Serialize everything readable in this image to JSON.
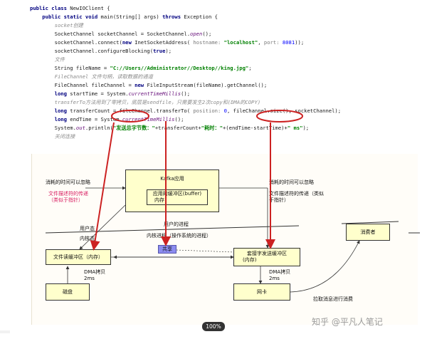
{
  "code": {
    "lines": [
      {
        "parts": [
          {
            "t": "public class ",
            "c": "kw"
          },
          {
            "t": "NewIOClient {",
            "c": ""
          }
        ]
      },
      {
        "parts": [
          {
            "t": "    public static void ",
            "c": "kw"
          },
          {
            "t": "main(String[] args) ",
            "c": ""
          },
          {
            "t": "throws ",
            "c": "kw"
          },
          {
            "t": "Exception {",
            "c": ""
          }
        ]
      },
      {
        "parts": [
          {
            "t": "        socket创建",
            "c": "cmt"
          }
        ]
      },
      {
        "parts": [
          {
            "t": "        SocketChannel socketChannel = SocketChannel.",
            "c": ""
          },
          {
            "t": "open",
            "c": "it"
          },
          {
            "t": "();",
            "c": ""
          }
        ]
      },
      {
        "parts": [
          {
            "t": "        socketChannel.connect(",
            "c": ""
          },
          {
            "t": "new ",
            "c": "kw"
          },
          {
            "t": "InetSocketAddress( ",
            "c": ""
          },
          {
            "t": "hostname: ",
            "c": "hint"
          },
          {
            "t": "\"localhost\"",
            "c": "str"
          },
          {
            "t": ", ",
            "c": ""
          },
          {
            "t": "port: ",
            "c": "hint"
          },
          {
            "t": "8081",
            "c": "num"
          },
          {
            "t": "));",
            "c": ""
          }
        ]
      },
      {
        "parts": [
          {
            "t": "        socketChannel.configureBlocking(",
            "c": ""
          },
          {
            "t": "true",
            "c": "kw"
          },
          {
            "t": ");",
            "c": ""
          }
        ]
      },
      {
        "parts": [
          {
            "t": "        文件",
            "c": "cmt"
          }
        ]
      },
      {
        "parts": [
          {
            "t": "        String fileName = ",
            "c": ""
          },
          {
            "t": "\"C://Users//Administrator//Desktop//king.jpg\"",
            "c": "str"
          },
          {
            "t": ";",
            "c": ""
          }
        ]
      },
      {
        "parts": [
          {
            "t": "        FileChannel 文件句柄，读取数据的通道",
            "c": "cmt"
          }
        ]
      },
      {
        "parts": [
          {
            "t": "        FileChannel fileChannel = ",
            "c": ""
          },
          {
            "t": "new ",
            "c": "kw"
          },
          {
            "t": "FileInputStream(fileName).getChannel();",
            "c": ""
          }
        ]
      },
      {
        "parts": [
          {
            "t": "        ",
            "c": ""
          },
          {
            "t": "long ",
            "c": "kw"
          },
          {
            "t": "startTime = System.",
            "c": ""
          },
          {
            "t": "currentTimeMillis",
            "c": "it"
          },
          {
            "t": "();",
            "c": ""
          }
        ]
      },
      {
        "parts": [
          {
            "t": "        transferTo方法用到了零拷贝，底层是sendfile，只需要发生2次copy和(DMA的COPY)",
            "c": "cmt"
          }
        ]
      },
      {
        "parts": [
          {
            "t": "        ",
            "c": ""
          },
          {
            "t": "long ",
            "c": "kw"
          },
          {
            "t": "transferCount = fileChannel.transferTo( ",
            "c": ""
          },
          {
            "t": "position: ",
            "c": "hint"
          },
          {
            "t": "0",
            "c": "num"
          },
          {
            "t": ", fileChannel.size(), socketChannel);",
            "c": ""
          }
        ]
      },
      {
        "parts": [
          {
            "t": "        ",
            "c": ""
          },
          {
            "t": "long ",
            "c": "kw"
          },
          {
            "t": "endTime = System.",
            "c": ""
          },
          {
            "t": "currentTimeMillis",
            "c": "it"
          },
          {
            "t": "();",
            "c": ""
          }
        ]
      },
      {
        "parts": [
          {
            "t": "        System.",
            "c": ""
          },
          {
            "t": "out",
            "c": "it"
          },
          {
            "t": ".println(",
            "c": ""
          },
          {
            "t": "\"发送总字节数：\"",
            "c": "str"
          },
          {
            "t": "+transferCount+",
            "c": ""
          },
          {
            "t": "\"耗时：\"",
            "c": "str"
          },
          {
            "t": "+(endTime-startTime)+",
            "c": ""
          },
          {
            "t": "\" ms\"",
            "c": "str"
          },
          {
            "t": ");",
            "c": ""
          }
        ]
      },
      {
        "parts": [
          {
            "t": "        关闭连接",
            "c": "cmt"
          }
        ]
      }
    ]
  },
  "diagram": {
    "kafka_app_label": "Kafka应用",
    "app_buffer_label": "应用的缓冲区(buffer)",
    "app_buffer_sub": "内存",
    "left_time_ignore": "消耗的时间可以忽略",
    "left_fd_transfer": "文件描述符的传递",
    "left_fd_pointer": "（类似于指针）",
    "right_time_ignore": "消耗的时间可以忽略",
    "right_fd_transfer": "文件描述符的传递（类似",
    "right_fd_pointer": "于指针）",
    "user_process": "用户的进程",
    "user_mode": "用户态",
    "kernel_mode": "内核态",
    "kernel_process": "内核进程（操作系统的进程）",
    "shared_label": "共享",
    "file_buffer": "文件读缓冲区（内存）",
    "socket_buffer_line1": "套接字发送缓冲区",
    "socket_buffer_line2": "(内存)",
    "dma_left_1": "DMA拷贝",
    "dma_left_2": "2ms",
    "dma_right_1": "DMA拷贝",
    "dma_right_2": "2ms",
    "disk_label": "磁盘",
    "nic_label": "网卡",
    "consumer_label": "消费者",
    "pull_consume": "拉取消息进行消费"
  },
  "viewer": {
    "zoom": "100%"
  },
  "watermark": "知乎 @平凡人笔记"
}
